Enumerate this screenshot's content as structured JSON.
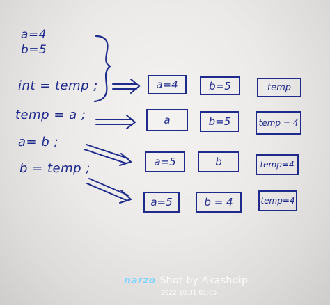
{
  "notes": {
    "line_a": "a=4",
    "line_b": "b=5",
    "line_int": "int = temp ;",
    "line_temp_a": "temp = a ;",
    "line_a_b": "a= b ;",
    "line_b_temp": "b = temp ;"
  },
  "boxes": {
    "row1": [
      "a=4",
      "b=5",
      "temp"
    ],
    "row2": [
      "a",
      "b=5",
      "temp = 4"
    ],
    "row3": [
      "a=5",
      "b",
      "temp=4"
    ],
    "row4": [
      "a=5",
      "b = 4",
      "temp=4"
    ]
  },
  "watermark": {
    "brand": "narzo",
    "text": "Shot by Akashdip",
    "timestamp": "2022.10.31 01:05"
  },
  "colors": {
    "ink": "#1d2a8c",
    "paper": "#eceae8",
    "watermark_brand": "#7fd4ff"
  }
}
